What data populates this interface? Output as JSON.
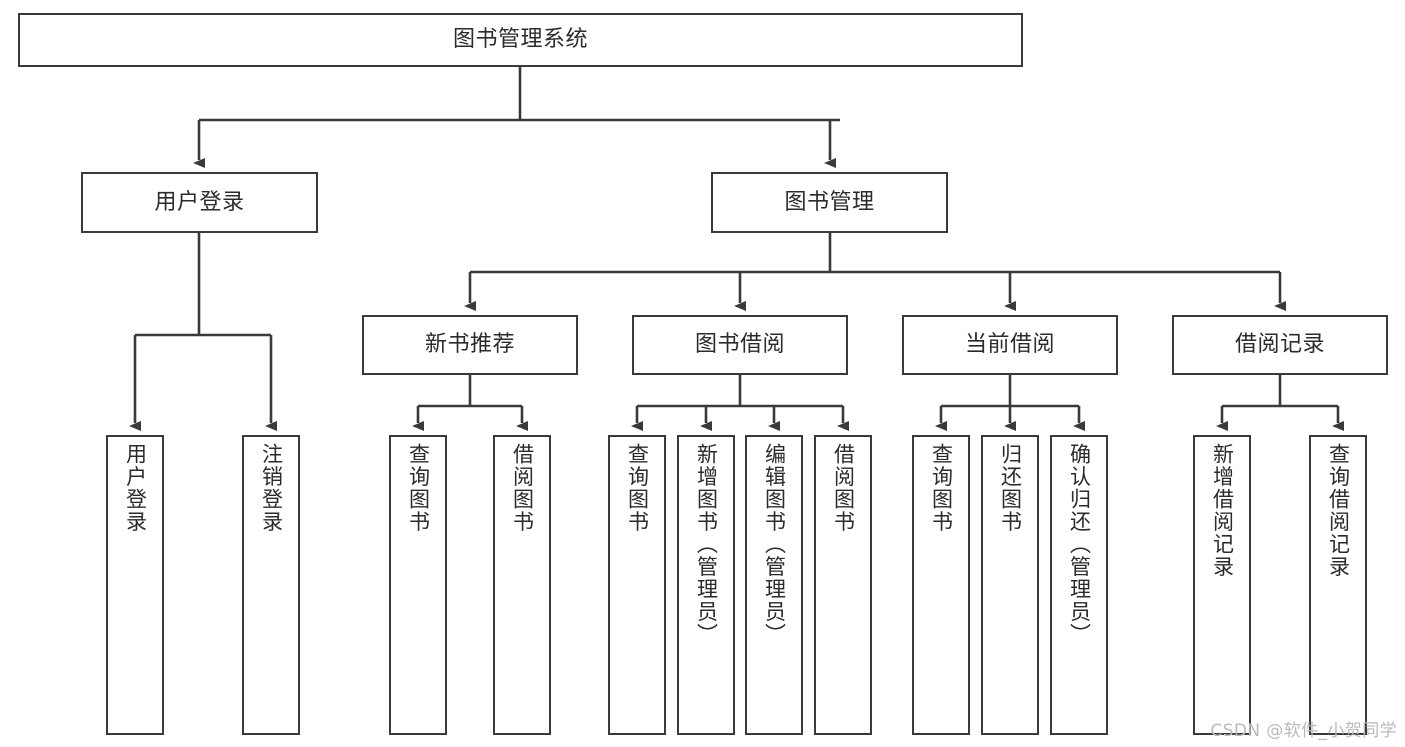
{
  "diagram": {
    "title": "图书管理系统",
    "type": "hierarchy-tree",
    "colors": {
      "border": "#3a3a3a",
      "text": "#2b2b2b",
      "background": "#ffffff",
      "edge": "#3a3a3a",
      "watermark": "#b9b9b9"
    },
    "nodes": {
      "root": {
        "label": "图书管理系统"
      },
      "level1": [
        {
          "label": "用户登录"
        },
        {
          "label": "图书管理"
        }
      ],
      "level2": [
        {
          "label": "新书推荐"
        },
        {
          "label": "图书借阅"
        },
        {
          "label": "当前借阅"
        },
        {
          "label": "借阅记录"
        }
      ],
      "leaves": {
        "user_login": [
          {
            "label": "用户登录"
          },
          {
            "label": "注销登录"
          }
        ],
        "new_book_recommend": [
          {
            "label": "查询图书"
          },
          {
            "label": "借阅图书"
          }
        ],
        "book_borrow": [
          {
            "label": "查询图书"
          },
          {
            "label": "新增图书（管理员）"
          },
          {
            "label": "编辑图书（管理员）"
          },
          {
            "label": "借阅图书"
          }
        ],
        "current_borrow": [
          {
            "label": "查询图书"
          },
          {
            "label": "归还图书"
          },
          {
            "label": "确认归还（管理员）"
          }
        ],
        "borrow_record": [
          {
            "label": "新增借阅记录"
          },
          {
            "label": "查询借阅记录"
          }
        ]
      }
    },
    "watermark": "CSDN @软件_小贺同学"
  }
}
